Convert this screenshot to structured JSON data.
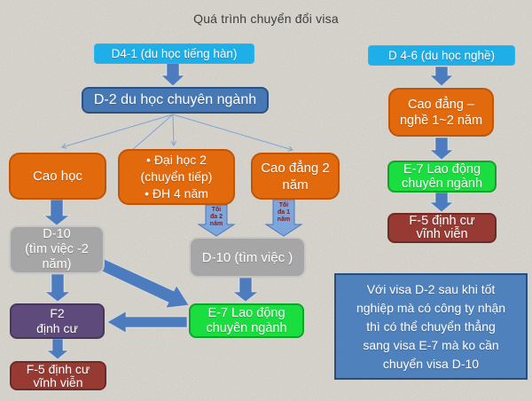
{
  "title": "Quá trình chuyển đổi visa",
  "colors": {
    "background": "#D8D5CD",
    "cyan_box": "#1FAFE8",
    "blue_box": "#4678B5",
    "orange_box": "#E2690C",
    "gray_box": "#A6A6A6",
    "green_box": "#1ADE3F",
    "purple_box": "#5E4A7B",
    "dark_red_box": "#973A33",
    "note_box": "#4F81BD",
    "arrow_blue": "#4C7CBE",
    "small_arrow_blue": "#7FA6DC",
    "arrow_label_red": "#7B2020"
  },
  "nodes": {
    "d41": "D4-1 (du học tiếng hàn)",
    "d46": "D 4-6 (du học nghề)",
    "d2": "D-2 du học chuyên ngành",
    "cao_hoc": "Cao học",
    "dai_hoc": "•  Đại học 2\n(chuyển tiếp)\n•  ĐH 4 năm",
    "cao_dang_2": "Cao đẳng 2\nnăm",
    "d10_tim_viec_2_nam": "D-10\n(tìm việc -2\nnăm)",
    "d10_tim_viec": "D-10 (tìm việc )",
    "e7_left": "E-7 Lao động\nchuyên ngành",
    "f2": "F2\nđịnh cư",
    "f5_left": "F-5 định cư\nvĩnh viễn",
    "cao_dang_nghe": "Cao đẳng –\nnghề 1~2 năm",
    "e7_right": "E-7 Lao động\nchuyên ngành",
    "f5_right": "F-5 định cư\nvĩnh viễn"
  },
  "arrow_labels": {
    "toi_da_2_nam": "Tối\nđa 2\nnăm",
    "toi_da_1_nam": "Tối\nđa 1\nnăm"
  },
  "note": "Với visa D-2 sau khi tốt\nnghiệp mà có công ty nhận\nthì có thể chuyển thẳng\nsang visa E-7 mà ko cần\nchuyển visa D-10"
}
